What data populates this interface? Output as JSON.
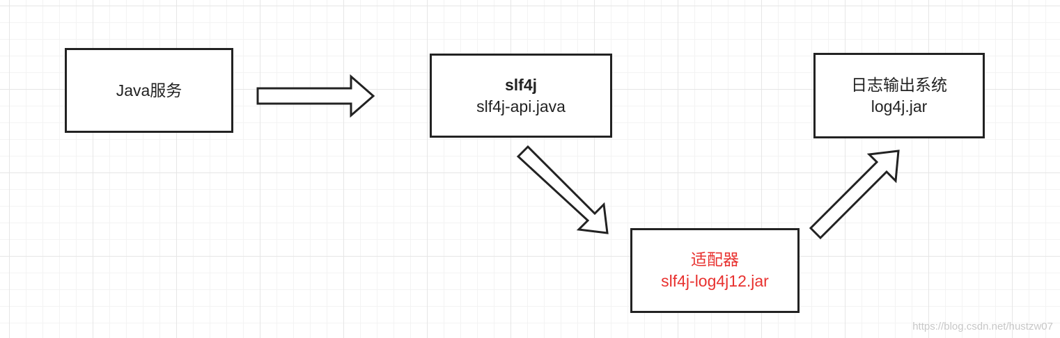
{
  "nodes": {
    "java_service": {
      "label": "Java服务"
    },
    "slf4j": {
      "title": "slf4j",
      "subtitle": "slf4j-api.java"
    },
    "log_output": {
      "title": "日志输出系统",
      "subtitle": "log4j.jar"
    },
    "adapter": {
      "title": "适配器",
      "subtitle": "slf4j-log4j12.jar"
    }
  },
  "edges": [
    {
      "from": "java_service",
      "to": "slf4j"
    },
    {
      "from": "slf4j",
      "to": "adapter"
    },
    {
      "from": "adapter",
      "to": "log_output"
    }
  ],
  "colors": {
    "background": "#ffffff",
    "grid": "#e6e6e6",
    "box_border": "#222222",
    "text": "#222222",
    "highlight_text": "#e8312f",
    "watermark": "#c7c7c7"
  },
  "watermark": "https://blog.csdn.net/hustzw07"
}
